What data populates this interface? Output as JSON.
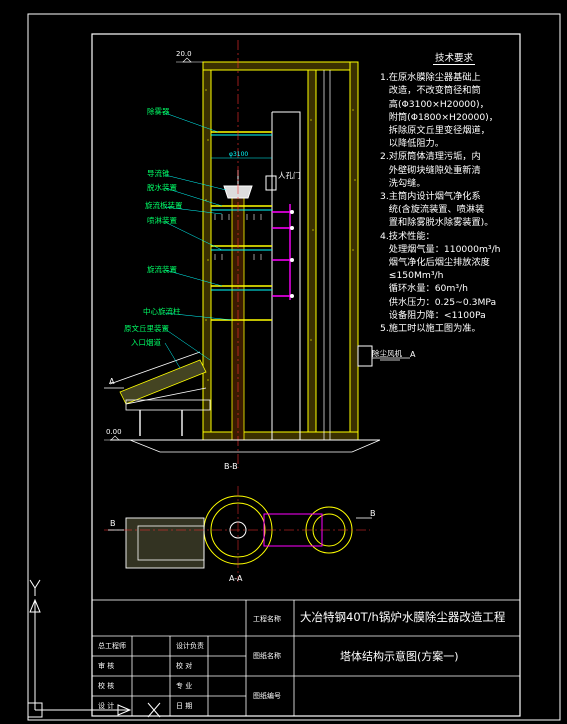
{
  "drawing": {
    "section_label_bb": "B-B",
    "section_label_aa": "A-A",
    "elev_top": "20.0",
    "elev_bottom": "0.00",
    "dim_width": "φ3100",
    "marker_a": "A",
    "marker_b": "B",
    "manhole": "人孔门",
    "fan_label": "除尘风机",
    "callouts": [
      "除雾器",
      "导流锥",
      "脱水装置",
      "旋流板装置",
      "喷淋装置",
      "旋流装置",
      "中心旋流柱",
      "原文丘里装置",
      "入口烟道"
    ]
  },
  "tech": {
    "title": "技术要求",
    "lines": [
      "1.在原水膜除尘器基础上",
      "  改造，不改变筒径和筒",
      "  高(Φ3100×H20000)，",
      "  附筒(Φ1800×H20000)，",
      "  拆除原文丘里变径烟道，",
      "  以降低阻力。",
      "2.对原筒体清理污垢，内",
      "  外壁砌块缝隙处重新清",
      "  洗勾缝。",
      "3.主筒内设计烟气净化系",
      "  统(含旋流装置、喷淋装",
      "  置和除雾脱水除雾装置)。",
      "4.技术性能：",
      "  处理烟气量：110000m³/h",
      "  烟气净化后烟尘排放浓度",
      "  ≤150Mm³/h",
      "  循环水量：60m³/h",
      "  供水压力：0.25~0.3MPa",
      "  设备阻力降：<1100Pa",
      "5.施工时以施工图为准。"
    ]
  },
  "title_block": {
    "project_label": "工程名称",
    "project_name": "大冶特钢40T/h锅炉水膜除尘器改造工程",
    "drawing_label": "图纸名称",
    "drawing_name": "塔体结构示意图(方案一)",
    "number_label": "图纸编号",
    "rows": [
      [
        "总工程师",
        "设计负责"
      ],
      [
        "审  核",
        "校  对"
      ],
      [
        "校  核",
        "专  业"
      ],
      [
        "设  计",
        "日  期"
      ]
    ]
  },
  "colors": {
    "frame": "#ffffff",
    "wall": "#ffff00",
    "pipe": "#ff00ff",
    "label": "#00ff66",
    "dim": "#00ffff",
    "red": "#ff3030"
  }
}
